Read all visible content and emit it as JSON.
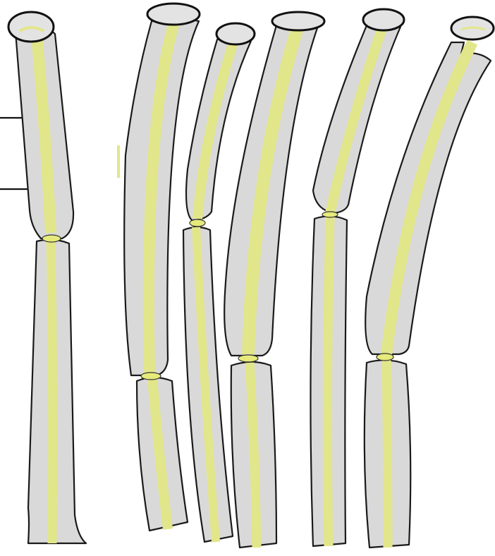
{
  "figure": {
    "stems": [
      {
        "id": "stem-1",
        "segments": 2,
        "cap_shape": "round"
      },
      {
        "id": "stem-2",
        "segments": 2,
        "cap_shape": "round"
      },
      {
        "id": "stem-3",
        "segments": 2,
        "cap_shape": "round"
      },
      {
        "id": "stem-4",
        "segments": 2,
        "cap_shape": "round"
      },
      {
        "id": "stem-5",
        "segments": 2,
        "cap_shape": "round"
      },
      {
        "id": "stem-6",
        "segments": 2,
        "cap_shape": "round-flanged"
      }
    ],
    "pointer_lines": 2,
    "colors": {
      "outer_tissue": "#d9d9d9",
      "inner_core": "#e2e68a",
      "node": "#e6ea7a",
      "outline": "#1a1a1a"
    }
  }
}
